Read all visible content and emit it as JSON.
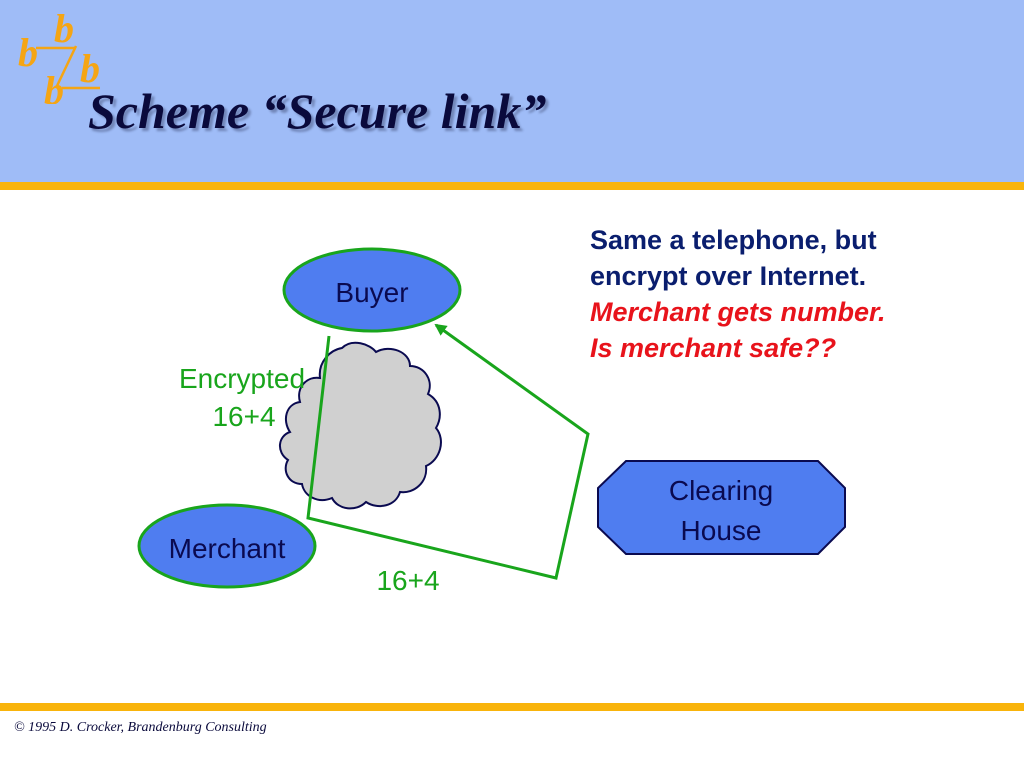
{
  "slide": {
    "title": "Scheme “Secure link”",
    "logo_icon": "b-b-b-b-monogram-icon",
    "footer": "© 1995 D. Crocker, Brandenburg Consulting"
  },
  "diagram": {
    "nodes": {
      "buyer": "Buyer",
      "merchant": "Merchant",
      "clearing_house": [
        "Clearing",
        "House"
      ]
    },
    "cloud_icon": "internet-cloud-icon",
    "labels": {
      "encrypted": [
        "Encrypted",
        "16+4"
      ],
      "plain": "16+4"
    }
  },
  "note": {
    "lines": [
      "Same a telephone, but",
      "encrypt over Internet."
    ],
    "emphasis": [
      "Merchant gets number.",
      "Is merchant safe??"
    ]
  },
  "colors": {
    "header_bg": "#9fbcf7",
    "rule": "#f9b40b",
    "node_fill": "#4f7df0",
    "link_green": "#19a51c",
    "cloud_fill": "#d0d0d0",
    "emphasis_red": "#e8131b"
  }
}
